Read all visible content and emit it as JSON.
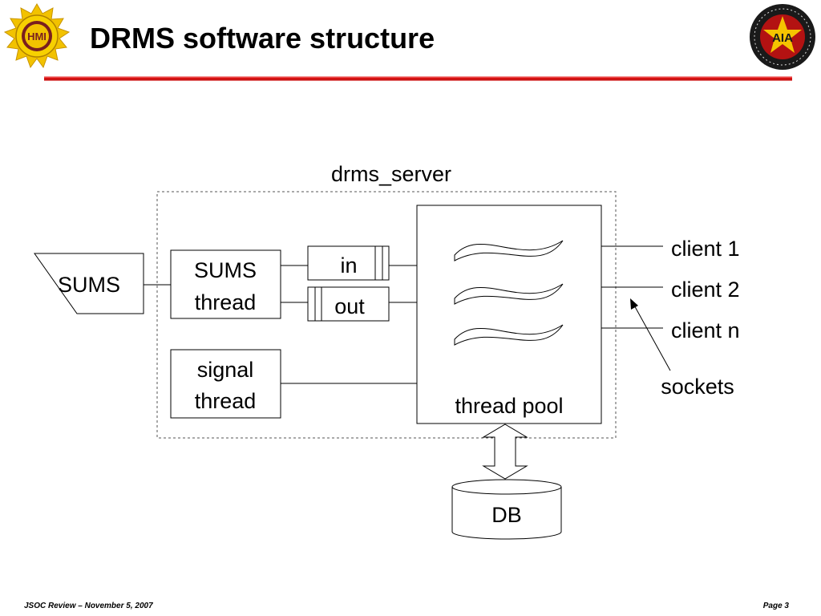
{
  "slide": {
    "title": "DRMS software structure"
  },
  "logos": {
    "left_text": "HMI",
    "right_text": "AIA"
  },
  "diagram": {
    "server_label": "drms_server",
    "sums_label": "SUMS",
    "sums_thread_line1": "SUMS",
    "sums_thread_line2": "thread",
    "signal_thread_line1": "signal",
    "signal_thread_line2": "thread",
    "in_label": "in",
    "out_label": "out",
    "thread_pool_label": "thread pool",
    "db_label": "DB",
    "client1_label": "client 1",
    "client2_label": "client 2",
    "clientn_label": "client n",
    "sockets_label": "sockets"
  },
  "footer": {
    "left": "JSOC Review – November 5, 2007",
    "right": "Page 3"
  }
}
